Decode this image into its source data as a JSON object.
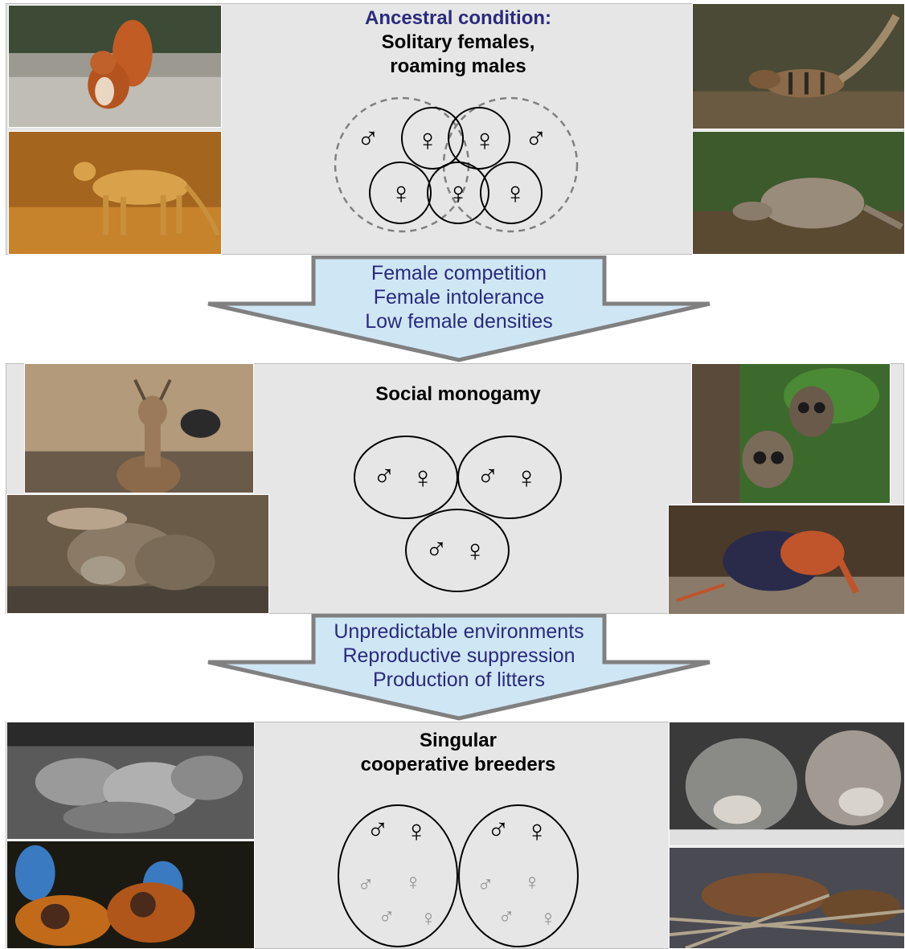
{
  "panels": {
    "ancestral": {
      "title_highlight": "Ancestral condition:",
      "title_line1": "Solitary females,",
      "title_line2": "roaming males"
    },
    "monogamy": {
      "title_line1": "Social monogamy"
    },
    "cooperative": {
      "title_line1": "Singular",
      "title_line2": "cooperative breeders"
    }
  },
  "arrows": {
    "first": [
      "Female competition",
      "Female intolerance",
      "Low female densities"
    ],
    "second": [
      "Unpredictable environments",
      "Reproductive suppression",
      "Production of litters"
    ]
  },
  "symbols": {
    "male": "♂",
    "female": "♀"
  },
  "photos": {
    "ancestral": [
      "squirrel-photo",
      "cheetah-photo",
      "numbat-photo",
      "armadillo-photo"
    ],
    "monogamy": [
      "dikdik-photo",
      "otter-photo",
      "night-monkey-photo",
      "elephant-shrew-photo"
    ],
    "cooperative": [
      "mole-rat-photo",
      "tamarin-photo",
      "wolf-photo",
      "beaver-photo"
    ]
  },
  "colors": {
    "panel_bg": "#e6e6e6",
    "arrow_fill": "#cfe6f5",
    "arrow_stroke": "#808080",
    "highlight_text": "#2a2a7e",
    "subordinate_symbol": "#8c8c8c"
  }
}
